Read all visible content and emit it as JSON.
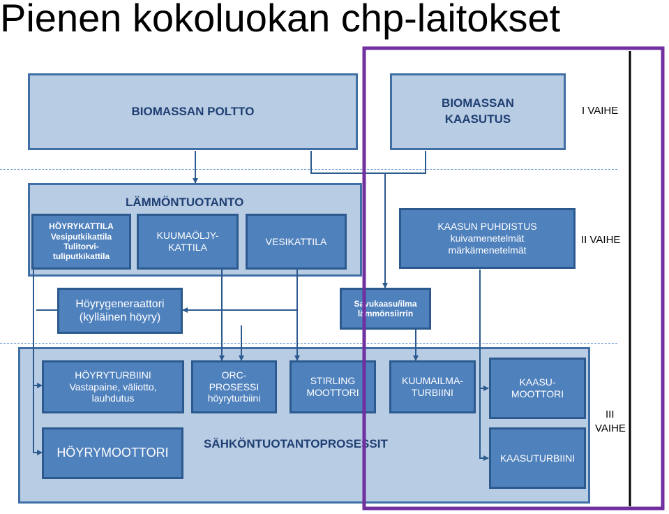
{
  "title": "Pienen kokoluokan chp-laitokset",
  "boxes": {
    "biomassan_poltto": "BIOMASSAN POLTTO",
    "biomassan_kaasutus_1": "BIOMASSAN",
    "biomassan_kaasutus_2": "KAASUTUS",
    "lammontuotanto": "LÄMMÖNTUOTANTO",
    "hoyrykattila": [
      "HÖYRYKATTILA",
      "Vesiputkikattila",
      "Tulitorvi-",
      "tuliputkikattila"
    ],
    "kuumaoljy": [
      "KUUMAÖLJY-",
      "KATTILA"
    ],
    "vesikattila": "VESIKATTILA",
    "kaasun_puhdistus": [
      "KAASUN PUHDISTUS",
      "kuivamenetelmät",
      "märkämenetelmät"
    ],
    "hoyrygeneraattori": [
      "Höyrygeneraattori",
      "(kylläinen höyry)"
    ],
    "savukaasu": [
      "Savukaasu/ilma",
      "lämmönsiirrin"
    ],
    "hoyryturbiini": [
      "HÖYRYTURBIINI",
      "Vastapaine, väliotto,",
      "lauhdutus"
    ],
    "orc": [
      "ORC-",
      "PROSESSI",
      "höyryturbiini"
    ],
    "stirling": [
      "STIRLING",
      "MOOTTORI"
    ],
    "kuumailma": [
      "KUUMAILMA-",
      "TURBIINI"
    ],
    "kaasumoottori": [
      "KAASU-",
      "MOOTTORI"
    ],
    "hoyrymoottori": "HÖYRYMOOTTORI",
    "sahkontuotanto": "SÄHKÖNTUOTANTOPROSESSIT",
    "kaasuturbiini": "KAASUTURBIINI"
  },
  "stages": {
    "i": "I VAIHE",
    "ii": "II VAIHE",
    "iii_1": "III",
    "iii_2": "VAIHE"
  },
  "colors": {
    "light_box": "#b8cce4",
    "medium_box": "#4f81bd",
    "arrow": "#2c5a8e",
    "highlight": "#7030a0"
  }
}
